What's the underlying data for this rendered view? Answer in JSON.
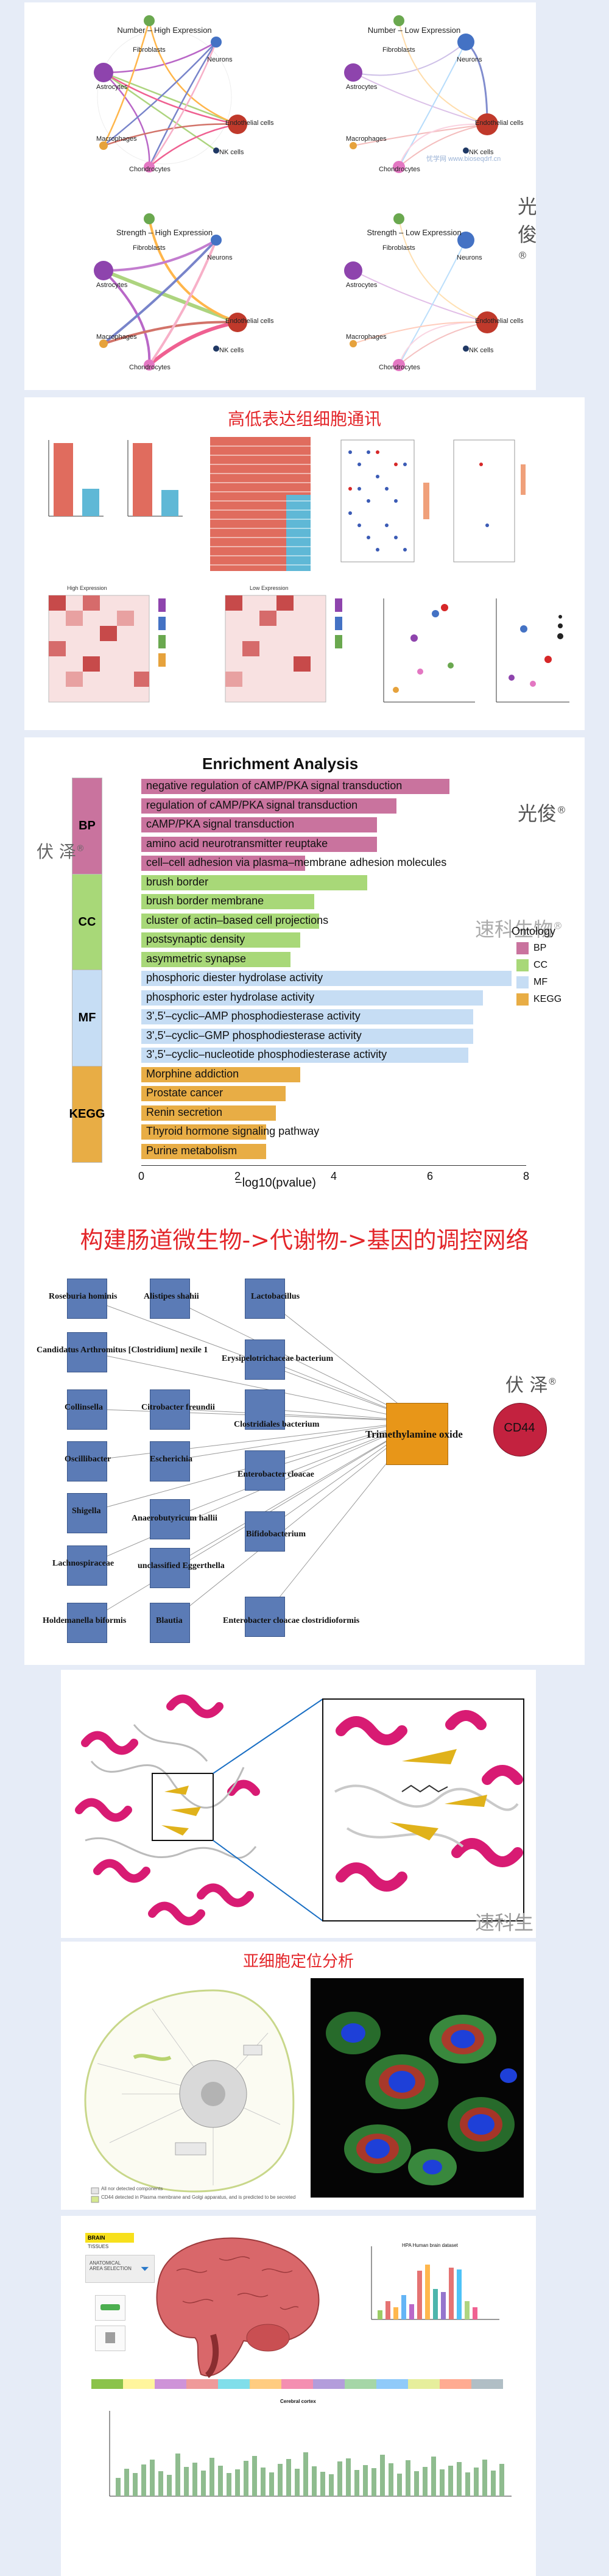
{
  "panel1": {
    "graphs": [
      {
        "title": "Number – High Expression"
      },
      {
        "title": "Number – Low Expression"
      },
      {
        "title": "Strength – High Expression"
      },
      {
        "title": "Strength – Low Expression"
      }
    ],
    "nodes": {
      "fibroblasts": "Fibroblasts",
      "neurons": "Neurons",
      "astrocytes": "Astrocytes",
      "endothelial": "Endothelial cells",
      "macrophages": "Macrophages",
      "nk": "NK cells",
      "chondrocytes": "Chondrocytes"
    },
    "watermark": "光俊",
    "watermark_site": "忧学网 www.bioseqdrf.cn"
  },
  "panel2": {
    "title": "高低表达组细胞通讯",
    "hm_titles": {
      "high": "High Expression",
      "low": "Low Expression"
    }
  },
  "panel3": {
    "chart_data": {
      "type": "bar",
      "title": "Enrichment Analysis",
      "xlabel": "−log10(pvalue)",
      "xlim": [
        0,
        8
      ],
      "xticks": [
        "0",
        "2",
        "4",
        "6",
        "8"
      ],
      "legend_title": "Ontology",
      "legend_position": "right",
      "groups": [
        {
          "name": "BP",
          "color": "#c9739e",
          "terms": [
            {
              "label": "negative regulation of cAMP/PKA signal transduction",
              "value": 6.4
            },
            {
              "label": "regulation of cAMP/PKA signal transduction",
              "value": 5.3
            },
            {
              "label": "cAMP/PKA signal transduction",
              "value": 4.9
            },
            {
              "label": "amino acid neurotransmitter reuptake",
              "value": 4.9
            },
            {
              "label": "cell–cell adhesion via plasma–membrane adhesion molecules",
              "value": 3.4
            }
          ]
        },
        {
          "name": "CC",
          "color": "#a8d878",
          "terms": [
            {
              "label": "brush border",
              "value": 4.7
            },
            {
              "label": "brush border membrane",
              "value": 3.6
            },
            {
              "label": "cluster of actin–based cell projections",
              "value": 3.7
            },
            {
              "label": "postsynaptic density",
              "value": 3.3
            },
            {
              "label": "asymmetric synapse",
              "value": 3.1
            }
          ]
        },
        {
          "name": "MF",
          "color": "#c6ddf4",
          "terms": [
            {
              "label": "phosphoric diester hydrolase activity",
              "value": 7.7
            },
            {
              "label": "phosphoric ester hydrolase activity",
              "value": 7.1
            },
            {
              "label": "3',5'–cyclic–AMP phosphodiesterase activity",
              "value": 6.9
            },
            {
              "label": "3',5'–cyclic–GMP phosphodiesterase activity",
              "value": 6.9
            },
            {
              "label": "3',5'–cyclic–nucleotide phosphodiesterase activity",
              "value": 6.8
            }
          ]
        },
        {
          "name": "KEGG",
          "color": "#e8ad45",
          "terms": [
            {
              "label": "Morphine addiction",
              "value": 3.3
            },
            {
              "label": "Prostate cancer",
              "value": 3.0
            },
            {
              "label": "Renin secretion",
              "value": 2.8
            },
            {
              "label": "Thyroid hormone signaling pathway",
              "value": 2.6
            },
            {
              "label": "Purine metabolism",
              "value": 2.6
            }
          ]
        }
      ]
    },
    "watermark1": "光俊",
    "watermark2": "伏 泽",
    "watermark3": "速科生物"
  },
  "panel4": {
    "title": "构建肠道微生物->代谢物->基因的调控网络",
    "microbes": [
      "Roseburia hominis",
      "Alistipes shahii",
      "Lactobacillus",
      "Candidatus Arthromitus [Clostridium] nexile 1",
      "Erysipelotrichaceae bacterium",
      "Collinsella",
      "Citrobacter freundii",
      "Clostridiales bacterium",
      "Oscillibacter",
      "Escherichia",
      "Enterobacter cloacae",
      "Shigella",
      "Anaerobutyricum hallii",
      "Bifidobacterium",
      "Lachnospiraceae",
      "unclassified Eggerthella",
      "Holdemanella biformis",
      "Blautia",
      "Enterobacter cloacae clostridioformis"
    ],
    "metabolite": "Trimethylamine oxide",
    "gene": "CD44",
    "watermark": "伏 泽"
  },
  "panel5": {
    "watermark": "速科生物"
  },
  "panel6": {
    "title": "亚细胞定位分析",
    "legend1": "All nor detected components",
    "legend2": "CD44 detected in Plasma membrane and Golgi apparatus, and is predicted to be secreted"
  },
  "panel7": {
    "brain_label": "BRAIN",
    "tissues_label": "TISSUES",
    "select_label": "ANATOMICAL AREA SELECTION",
    "chart1_title": "HPA Human brain dataset",
    "chart2_title": "Cerebral cortex"
  }
}
